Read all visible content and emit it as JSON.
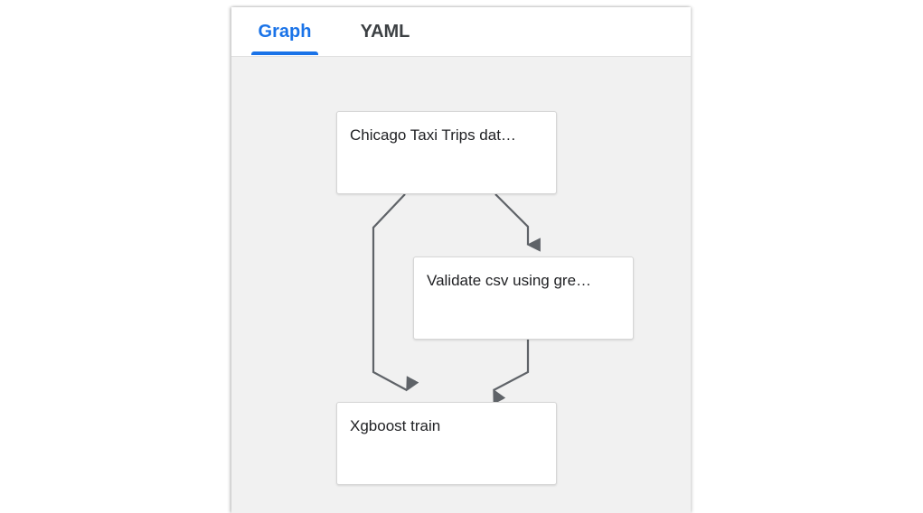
{
  "tabs": [
    {
      "label": "Graph",
      "selected": true
    },
    {
      "label": "YAML",
      "selected": false
    }
  ],
  "nodes": {
    "chicago": {
      "label": "Chicago Taxi Trips dat…"
    },
    "validate": {
      "label": "Validate csv using gre…"
    },
    "xgboost": {
      "label": "Xgboost train"
    }
  },
  "colors": {
    "accent": "#1a73e8",
    "canvas": "#f1f1f1",
    "edge": "#5f6368"
  }
}
